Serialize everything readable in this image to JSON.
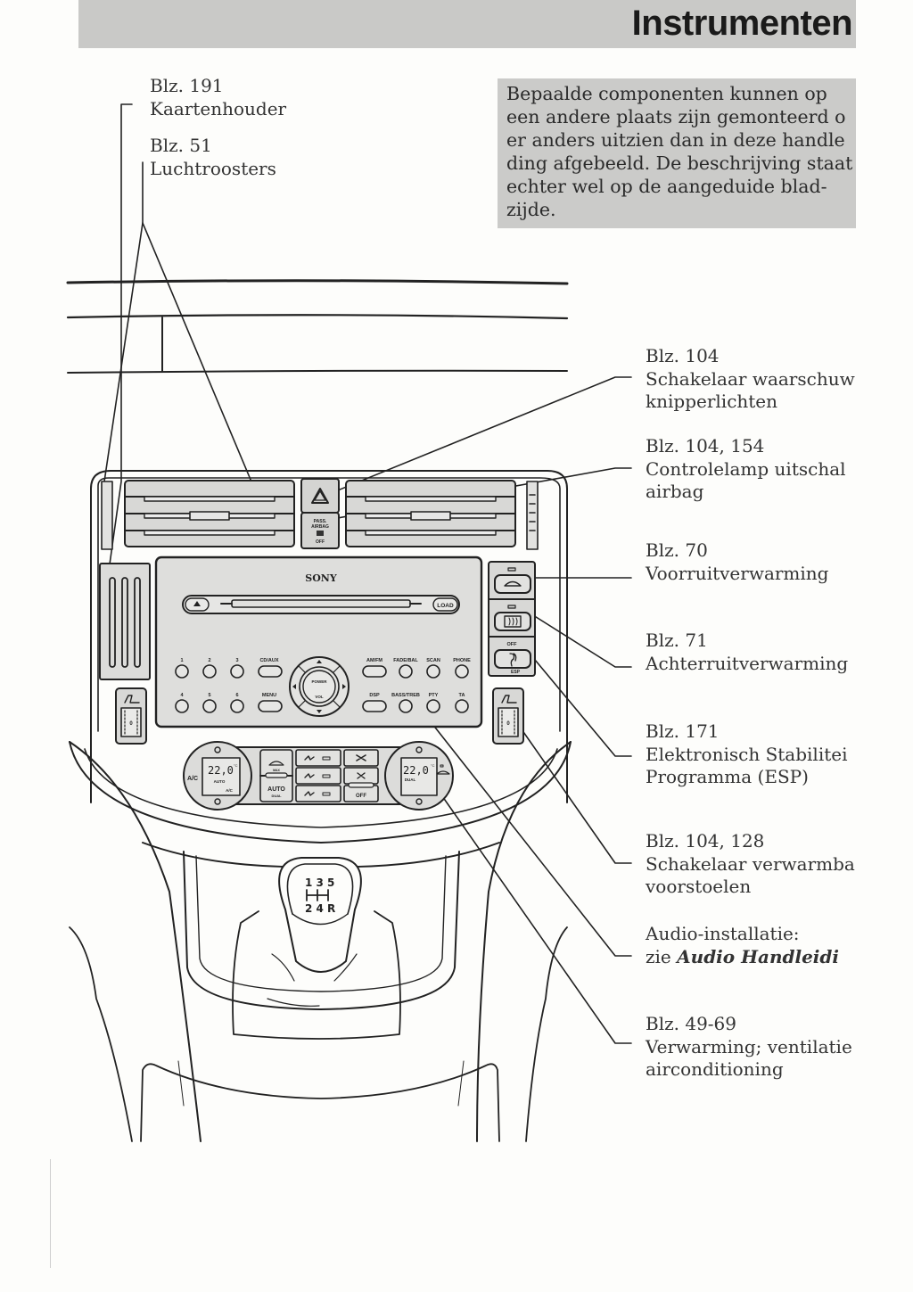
{
  "header": {
    "title": "Instrumenten"
  },
  "note": {
    "lines": [
      "Bepaalde componenten kunnen op",
      "een andere plaats zijn gemonteerd o",
      "er anders uitzien dan in deze handle",
      "ding afgebeeld. De beschrijving staat",
      "echter wel op de aangeduide blad-",
      "zijde."
    ]
  },
  "callouts_left": [
    {
      "ref": "Blz. 191",
      "desc": "Kaartenhouder"
    },
    {
      "ref": "Blz. 51",
      "desc": "Luchtroosters"
    }
  ],
  "callouts_right": [
    {
      "ref": "Blz. 104",
      "desc": "Schakelaar waarschuw",
      "desc2": "knipperlichten"
    },
    {
      "ref": "Blz. 104, 154",
      "desc": "Controlelamp uitschal",
      "desc2": "airbag"
    },
    {
      "ref": "Blz. 70",
      "desc": "Voorruitverwarming"
    },
    {
      "ref": "Blz. 71",
      "desc": "Achterruitverwarming"
    },
    {
      "ref": "Blz. 171",
      "desc": "Elektronisch Stabilitei",
      "desc2": "Programma (ESP)"
    },
    {
      "ref": "Blz. 104, 128",
      "desc": "Schakelaar verwarmba",
      "desc2": "voorstoelen"
    },
    {
      "ref": "Audio-installatie:",
      "desc_prefix": "zie ",
      "desc_emph": "Audio Handleidi"
    },
    {
      "ref": "Blz. 49-69",
      "desc": "Verwarming; ventilatie",
      "desc2": "airconditioning"
    }
  ],
  "diagram": {
    "radio": {
      "brand": "SONY",
      "load": "LOAD",
      "presets": [
        "1",
        "2",
        "3",
        "4",
        "5",
        "6"
      ],
      "cd_aux": "CD/AUX",
      "menu": "MENU",
      "power": "POWER",
      "vol": "VOL",
      "am_fm": "AM/FM",
      "fade_bal": "FADE/BAL",
      "scan": "SCAN",
      "phone": "PHONE",
      "dsp": "DSP",
      "bass_treb": "BASS/TREB",
      "pty": "PTY",
      "ta": "TA"
    },
    "airbag_switch": {
      "line1": "PASS.",
      "line2": "AIRBAG",
      "line3": "OFF"
    },
    "esp": {
      "off": "OFF",
      "label": "ESP"
    },
    "climate": {
      "left_temp": "22,0",
      "right_temp": "22,0",
      "unit": "°C",
      "left_mode": "AUTO",
      "left_ac": "A/C",
      "ac_button": "A/C",
      "dual": "DUAL",
      "max": "MAX",
      "auto": "AUTO",
      "auto_dual": "DUAL",
      "off": "OFF"
    },
    "gear": {
      "top": "1 3 5",
      "bottom": "2 4 R"
    },
    "seat_heat": "0"
  }
}
